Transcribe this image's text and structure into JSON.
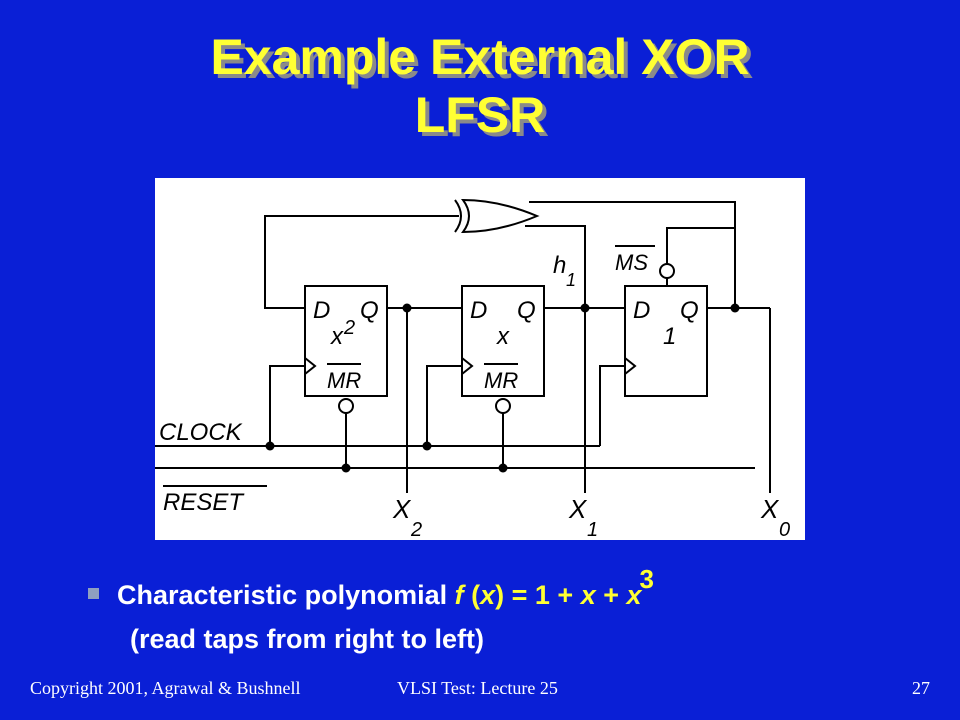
{
  "slide": {
    "title_line1": "Example External XOR",
    "title_line2": "LFSR"
  },
  "diagram": {
    "labels": {
      "clock": "CLOCK",
      "reset": "RESET",
      "ms": "MS",
      "h": "h",
      "h_sub": "1",
      "x2_main": "X",
      "x2_sub": "2",
      "x1_main": "X",
      "x1_sub": "1",
      "x0_main": "X",
      "x0_sub": "0"
    },
    "flipflops": [
      {
        "d": "D",
        "q": "Q",
        "var": "x",
        "exp": "2",
        "mr": "MR"
      },
      {
        "d": "D",
        "q": "Q",
        "var": "x",
        "exp": "",
        "mr": "MR"
      },
      {
        "d": "D",
        "q": "Q",
        "var": "1",
        "exp": "",
        "mr": ""
      }
    ]
  },
  "bullet": {
    "text1": "Characteristic polynomial ",
    "f": "f",
    "paren_open": " (",
    "x": "x",
    "paren_close": ")",
    "eq": " = 1 + ",
    "x2": "x",
    "plus": " + ",
    "x3": "x",
    "exp": "3",
    "line2": "(read taps from right to left)"
  },
  "footer": {
    "left": "Copyright 2001, Agrawal & Bushnell",
    "middle": "VLSI Test: Lecture 25",
    "right": "27"
  }
}
